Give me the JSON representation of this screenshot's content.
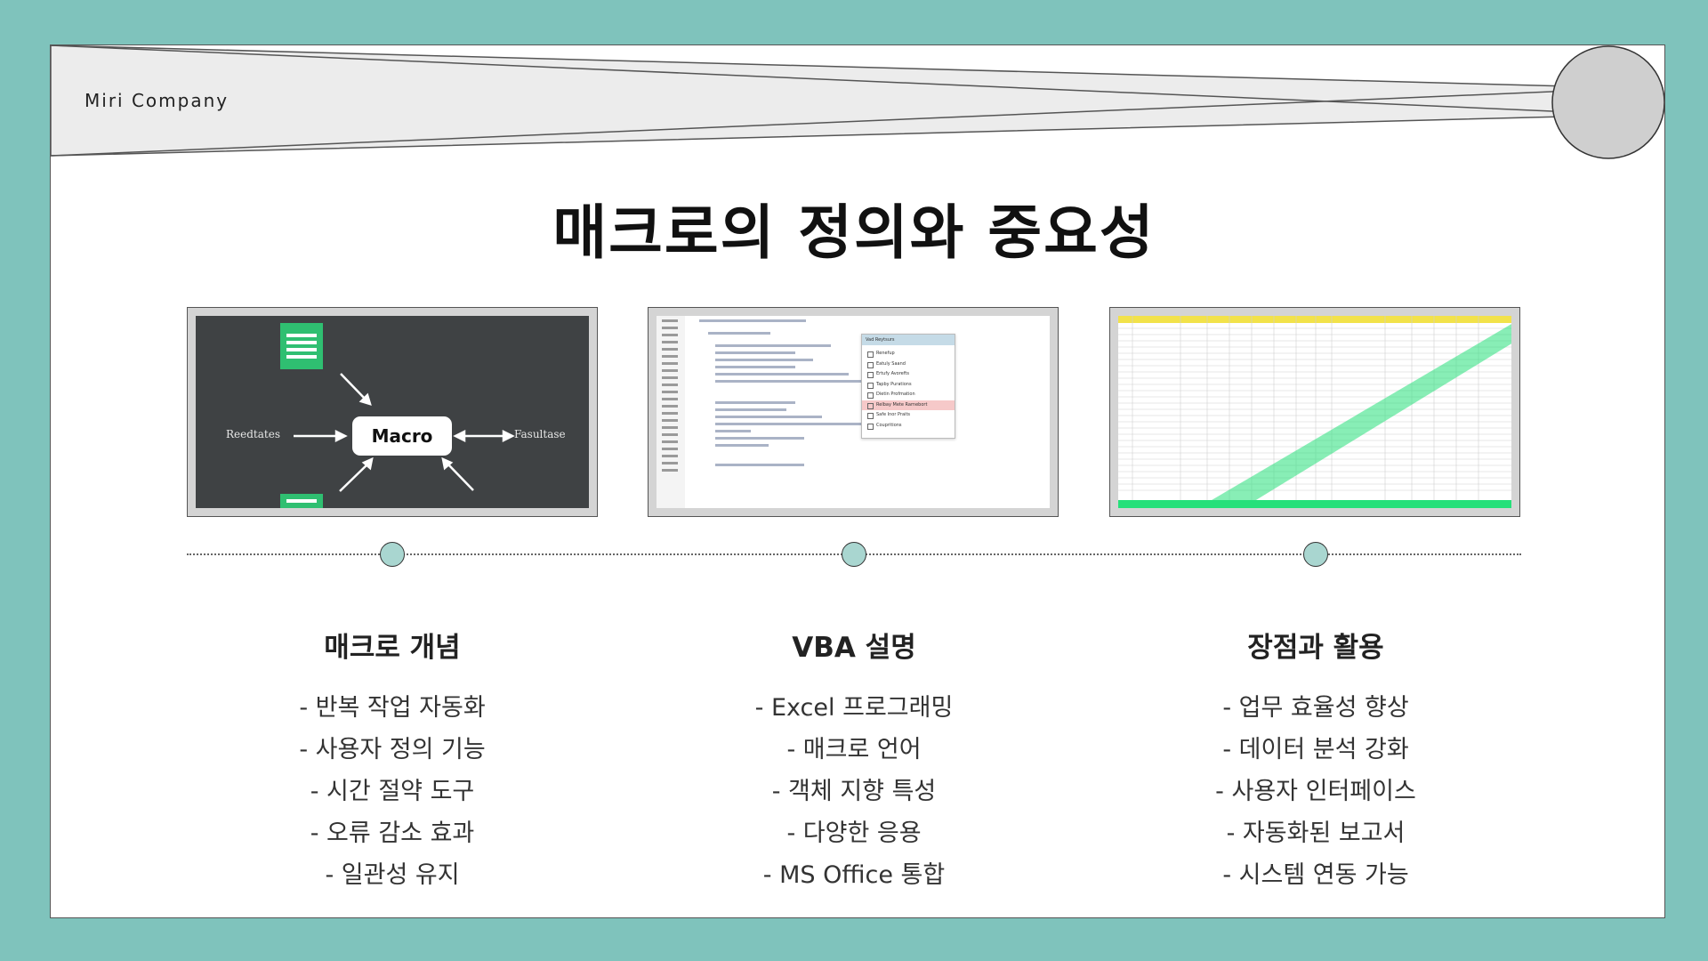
{
  "header": {
    "company": "Miri Company"
  },
  "title": "매크로의 정의와 중요성",
  "thumbnails": {
    "macro": {
      "center": "Macro",
      "left": "Reedtates",
      "right": "Fasultase"
    },
    "code": {
      "popup_title": "Vad Reytsurs",
      "menu": [
        "Renefup",
        "Eatuly Saand",
        "Ertufy Avorefts",
        "Tapby Purations",
        "Dietin Profmation",
        "Relbay Mete Rarnebort",
        "Safe Inor Praits",
        "Coupritions"
      ]
    }
  },
  "columns": [
    {
      "title": "매크로 개념",
      "items": [
        "- 반복 작업 자동화",
        "- 사용자 정의 기능",
        "- 시간 절약 도구",
        "- 오류 감소 효과",
        "- 일관성 유지"
      ]
    },
    {
      "title": "VBA 설명",
      "items": [
        "- Excel 프로그래밍",
        "- 매크로 언어",
        "- 객체 지향 특성",
        "- 다양한 응용",
        "- MS Office 통합"
      ]
    },
    {
      "title": "장점과 활용",
      "items": [
        "- 업무 효율성 향상",
        "- 데이터 분석 강화",
        "- 사용자 인터페이스",
        "- 자동화된 보고서",
        "- 시스템 연동 가능"
      ]
    }
  ],
  "colors": {
    "background": "#7fc3bc",
    "dot": "#a9d6d0",
    "banner": "#ececec",
    "excel_green": "#26e07a"
  }
}
